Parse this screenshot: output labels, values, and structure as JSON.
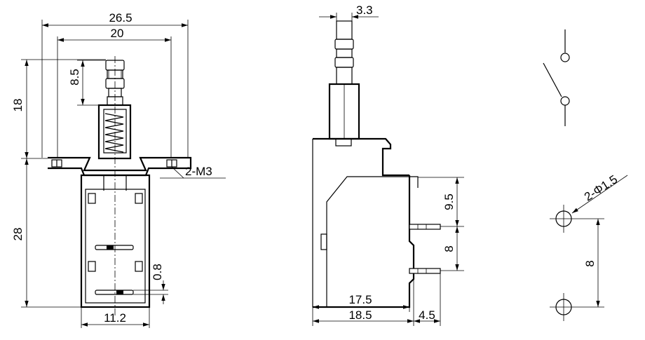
{
  "front_view": {
    "overall_width": "26.5",
    "mount_width": "20",
    "stroke": "8.5",
    "upper_height": "18",
    "lower_height": "28",
    "body_width": "11.2",
    "pin_thickness": "0.8",
    "mount_thread": "2-M3"
  },
  "side_view": {
    "plunger_width": "3.3",
    "upper_pin_offset": "9.5",
    "pin_pitch": "8",
    "inner_length": "17.5",
    "outer_length": "18.5",
    "pin_length": "4.5"
  },
  "schematic": {
    "hole_spec": "2-Φ1.5",
    "hole_pitch": "8",
    "switch_symbol": "spst-switch-icon"
  }
}
